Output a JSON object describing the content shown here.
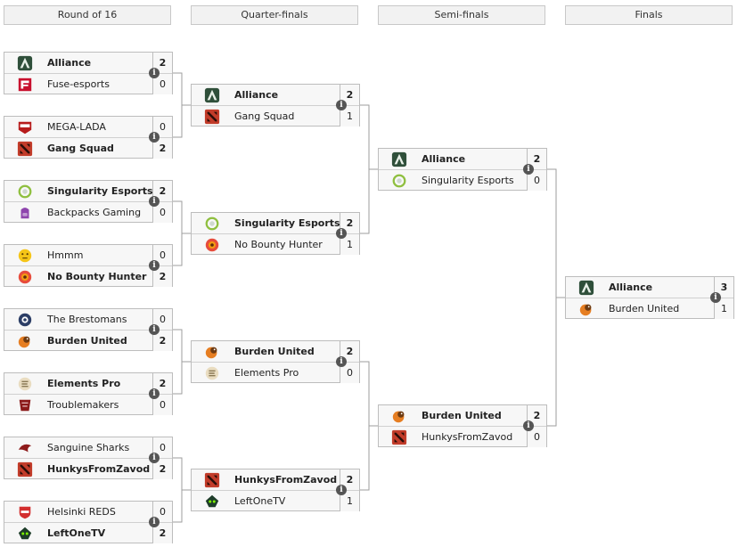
{
  "rounds": [
    {
      "name": "Round of 16"
    },
    {
      "name": "Quarter-finals"
    },
    {
      "name": "Semi-finals"
    },
    {
      "name": "Finals"
    }
  ],
  "info_glyph": "i",
  "matches": [
    {
      "round": 0,
      "teams": [
        {
          "name": "Alliance",
          "score": "2",
          "win": true,
          "logo": "alliance-logo"
        },
        {
          "name": "Fuse-esports",
          "score": "0",
          "win": false,
          "logo": "fuse-esports-logo"
        }
      ]
    },
    {
      "round": 0,
      "teams": [
        {
          "name": "MEGA-LADA",
          "score": "0",
          "win": false,
          "logo": "mega-lada-logo"
        },
        {
          "name": "Gang Squad",
          "score": "2",
          "win": true,
          "logo": "dota2-logo"
        }
      ]
    },
    {
      "round": 0,
      "teams": [
        {
          "name": "Singularity Esports",
          "score": "2",
          "win": true,
          "logo": "singularity-logo"
        },
        {
          "name": "Backpacks Gaming",
          "score": "0",
          "win": false,
          "logo": "backpacks-logo"
        }
      ]
    },
    {
      "round": 0,
      "teams": [
        {
          "name": "Hmmm",
          "score": "0",
          "win": false,
          "logo": "thinking-emoji-logo"
        },
        {
          "name": "No Bounty Hunter",
          "score": "2",
          "win": true,
          "logo": "no-bounty-hunter-logo"
        }
      ]
    },
    {
      "round": 0,
      "teams": [
        {
          "name": "The Brestomans",
          "score": "0",
          "win": false,
          "logo": "brestomans-logo"
        },
        {
          "name": "Burden United",
          "score": "2",
          "win": true,
          "logo": "burden-united-logo"
        }
      ]
    },
    {
      "round": 0,
      "teams": [
        {
          "name": "Elements Pro",
          "score": "2",
          "win": true,
          "logo": "elements-pro-logo"
        },
        {
          "name": "Troublemakers",
          "score": "0",
          "win": false,
          "logo": "troublemakers-logo"
        }
      ]
    },
    {
      "round": 0,
      "teams": [
        {
          "name": "Sanguine Sharks",
          "score": "0",
          "win": false,
          "logo": "sanguine-sharks-logo"
        },
        {
          "name": "HunkysFromZavod",
          "score": "2",
          "win": true,
          "logo": "dota2-logo"
        }
      ]
    },
    {
      "round": 0,
      "teams": [
        {
          "name": "Helsinki REDS",
          "score": "0",
          "win": false,
          "logo": "helsinki-reds-logo"
        },
        {
          "name": "LeftOneTV",
          "score": "2",
          "win": true,
          "logo": "leftonetv-logo"
        }
      ]
    },
    {
      "round": 1,
      "teams": [
        {
          "name": "Alliance",
          "score": "2",
          "win": true,
          "logo": "alliance-logo"
        },
        {
          "name": "Gang Squad",
          "score": "1",
          "win": false,
          "logo": "dota2-logo"
        }
      ]
    },
    {
      "round": 1,
      "teams": [
        {
          "name": "Singularity Esports",
          "score": "2",
          "win": true,
          "logo": "singularity-logo"
        },
        {
          "name": "No Bounty Hunter",
          "score": "1",
          "win": false,
          "logo": "no-bounty-hunter-logo"
        }
      ]
    },
    {
      "round": 1,
      "teams": [
        {
          "name": "Burden United",
          "score": "2",
          "win": true,
          "logo": "burden-united-logo"
        },
        {
          "name": "Elements Pro",
          "score": "0",
          "win": false,
          "logo": "elements-pro-logo"
        }
      ]
    },
    {
      "round": 1,
      "teams": [
        {
          "name": "HunkysFromZavod",
          "score": "2",
          "win": true,
          "logo": "dota2-logo"
        },
        {
          "name": "LeftOneTV",
          "score": "1",
          "win": false,
          "logo": "leftonetv-logo"
        }
      ]
    },
    {
      "round": 2,
      "teams": [
        {
          "name": "Alliance",
          "score": "2",
          "win": true,
          "logo": "alliance-logo"
        },
        {
          "name": "Singularity Esports",
          "score": "0",
          "win": false,
          "logo": "singularity-logo"
        }
      ]
    },
    {
      "round": 2,
      "teams": [
        {
          "name": "Burden United",
          "score": "2",
          "win": true,
          "logo": "burden-united-logo"
        },
        {
          "name": "HunkysFromZavod",
          "score": "0",
          "win": false,
          "logo": "dota2-logo"
        }
      ]
    },
    {
      "round": 3,
      "teams": [
        {
          "name": "Alliance",
          "score": "3",
          "win": true,
          "logo": "alliance-logo"
        },
        {
          "name": "Burden United",
          "score": "1",
          "win": false,
          "logo": "burden-united-logo"
        }
      ]
    }
  ]
}
